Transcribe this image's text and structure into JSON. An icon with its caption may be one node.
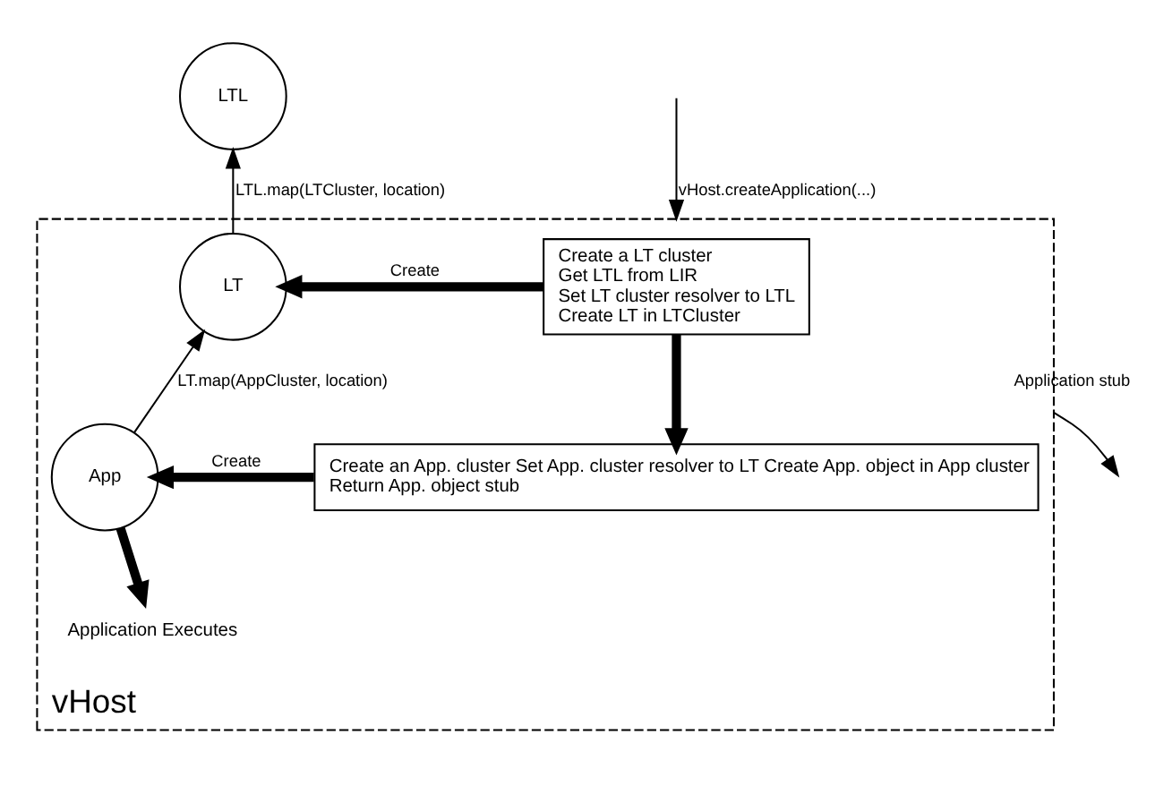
{
  "diagram": {
    "nodes": [
      {
        "text": [
          "vHost"
        ]
      },
      {
        "text": [
          "Create a LT cluster",
          "Get LTL from LIR",
          "Set LT cluster resolver to LTL",
          "Create LT in LTCluster"
        ],
        "in": 0
      },
      {
        "text": [
          "Create an App. cluster Set App. cluster resolver to LT Create App. object in App cluster",
          "Return App. object stub"
        ],
        "in": 0
      },
      {
        "text": [
          "LT"
        ],
        "in": 0
      },
      {
        "text": [
          "App"
        ],
        "in": 0
      },
      {
        "text": [
          "LTL"
        ]
      },
      {
        "text": [
          "Application Executes"
        ],
        "in": 0
      }
    ],
    "edges": [
      {
        "from": null,
        "to": 0,
        "arrow": "to",
        "label": "vHost.createApplication(...)"
      },
      {
        "from": 0,
        "to": null,
        "arrow": "to",
        "label": "Application stub"
      },
      {
        "from": 1,
        "to": 2,
        "arrow": "to",
        "style": "thick"
      },
      {
        "from": 1,
        "to": 3,
        "arrow": "to",
        "style": "thick",
        "label": "Create"
      },
      {
        "from": 2,
        "to": 4,
        "arrow": "to",
        "style": "thick",
        "label": "Create"
      },
      {
        "from": 4,
        "to": 3,
        "arrow": "to",
        "label": "LT.map(AppCluster, location)"
      },
      {
        "from": 3,
        "to": 5,
        "arrow": "to",
        "label": "LTL.map(LTCluster, location)"
      },
      {
        "from": 4,
        "to": 6,
        "arrow": "to",
        "style": "thick"
      }
    ]
  }
}
